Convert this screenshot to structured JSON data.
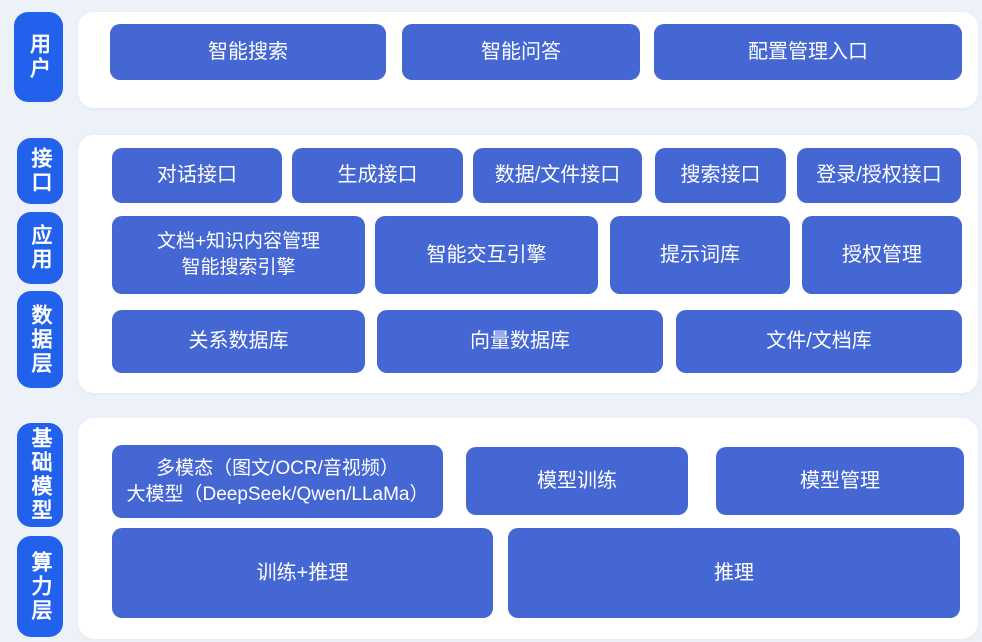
{
  "diagram": {
    "type": "layered-architecture",
    "colors": {
      "background": "#edf1f8",
      "panel": "#ffffff",
      "layer_label": "#2161ec",
      "box": "#4467d3",
      "text": "#ffffff"
    }
  },
  "layers": {
    "user": {
      "label": "用户"
    },
    "interface": {
      "label": "接口"
    },
    "application": {
      "label": "应用"
    },
    "data": {
      "label": "数据层"
    },
    "foundation": {
      "label": "基础模型"
    },
    "compute": {
      "label": "算力层"
    }
  },
  "boxes": {
    "smart_search": "智能搜索",
    "smart_qa": "智能问答",
    "config_entry": "配置管理入口",
    "dialog_api": "对话接口",
    "generation_api": "生成接口",
    "data_file_api": "数据/文件接口",
    "search_api": "搜索接口",
    "login_auth_api": "登录/授权接口",
    "doc_knowledge": "文档+知识内容管理\n智能搜索引擎",
    "interaction_engine": "智能交互引擎",
    "prompt_library": "提示词库",
    "auth_management": "授权管理",
    "relational_db": "关系数据库",
    "vector_db": "向量数据库",
    "file_doc_store": "文件/文档库",
    "multimodal_llm": "多模态（图文/OCR/音视频）\n大模型（DeepSeek/Qwen/LLaMa）",
    "model_training": "模型训练",
    "model_management": "模型管理",
    "train_inference": "训练+推理",
    "inference": "推理"
  }
}
